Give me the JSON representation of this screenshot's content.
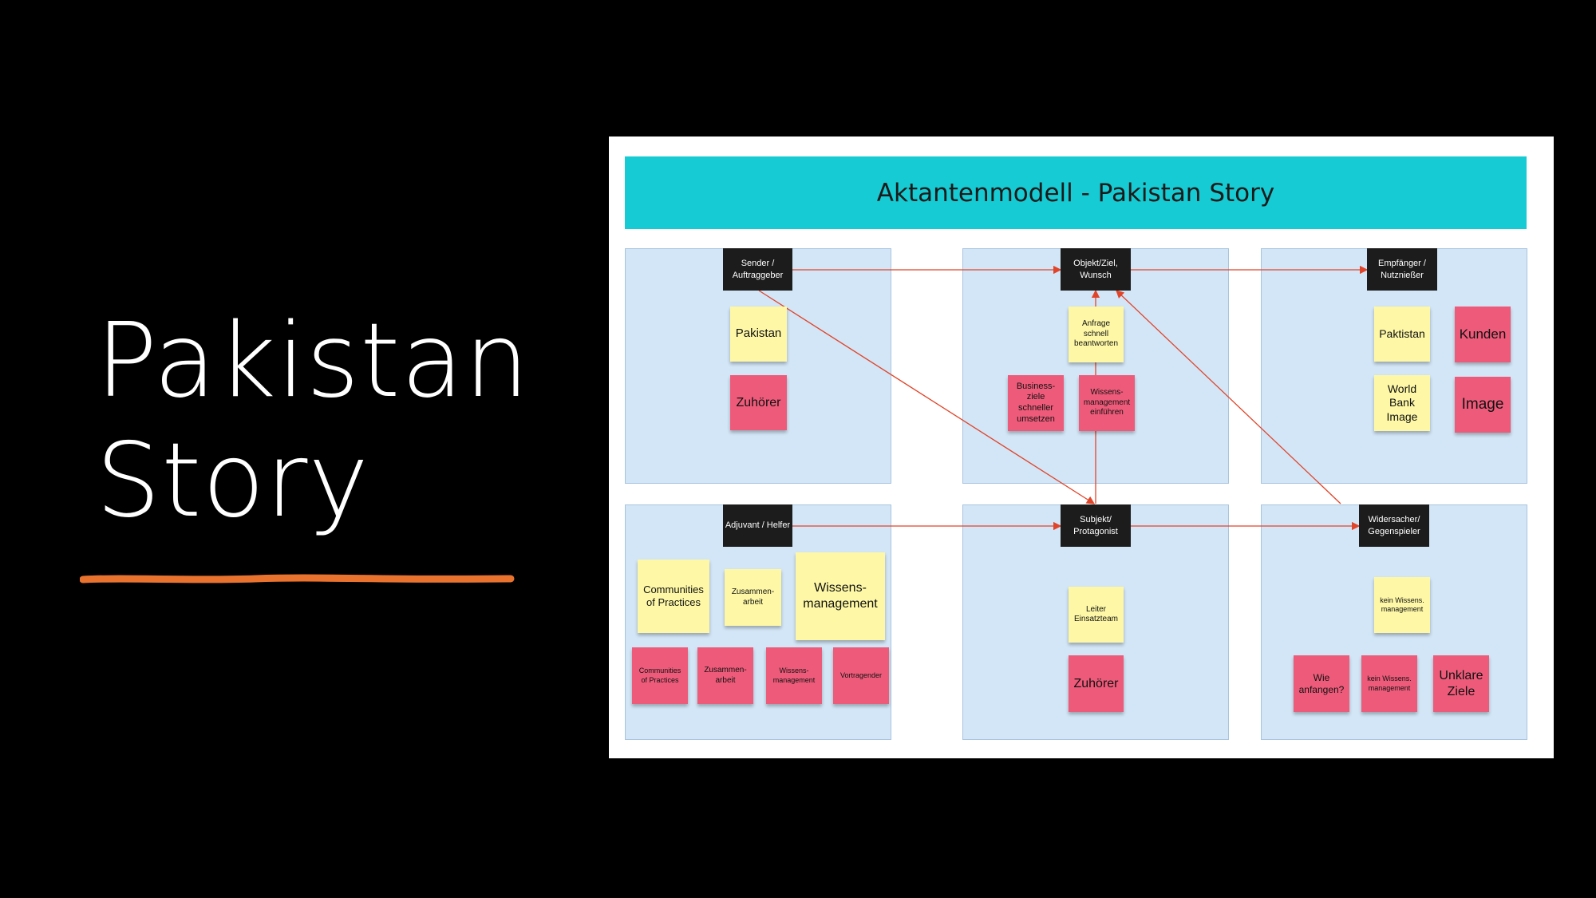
{
  "slide": {
    "title_line1": "Pakistan",
    "title_line2": "Story",
    "accent_color": "#E8732E"
  },
  "board": {
    "header": "Aktantenmodell - Pakistan Story",
    "header_color": "#16CBD3",
    "panel_color": "#D3E6F7",
    "yellow_note_color": "#FEF8A6",
    "pink_note_color": "#EE5B7A",
    "arrow_color": "#E0452A",
    "roles": {
      "sender": "Sender / Auftraggeber",
      "objekt": "Objekt/Ziel, Wunsch",
      "empfaenger": "Empfänger / Nutznießer",
      "adjuvant": "Adjuvant / Helfer",
      "subjekt": "Subjekt/ Protagonist",
      "widersacher": "Widersacher/ Gegenspieler"
    },
    "notes": {
      "sender_yellow": "Pakistan",
      "sender_pink": "Zuhörer",
      "objekt_yellow": "Anfrage schnell beantworten",
      "objekt_pink_1": "Business-ziele schneller umsetzen",
      "objekt_pink_2": "Wissens-management einführen",
      "empf_yellow_1": "Paktistan",
      "empf_yellow_2": "World Bank Image",
      "empf_pink_1": "Kunden",
      "empf_pink_2": "Image",
      "adj_yellow_1": "Communities of Practices",
      "adj_yellow_2": "Zusammen-arbeit",
      "adj_yellow_3": "Wissens-management",
      "adj_pink_1": "Communities of Practices",
      "adj_pink_2": "Zusammen-arbeit",
      "adj_pink_3": "Wissens-management",
      "adj_pink_4": "Vortragender",
      "subj_yellow": "Leiter Einsatzteam",
      "subj_pink": "Zuhörer",
      "wid_yellow": "kein Wissens. management",
      "wid_pink_1": "Wie anfangen?",
      "wid_pink_2": "kein Wissens. management",
      "wid_pink_3": "Unklare Ziele"
    }
  }
}
